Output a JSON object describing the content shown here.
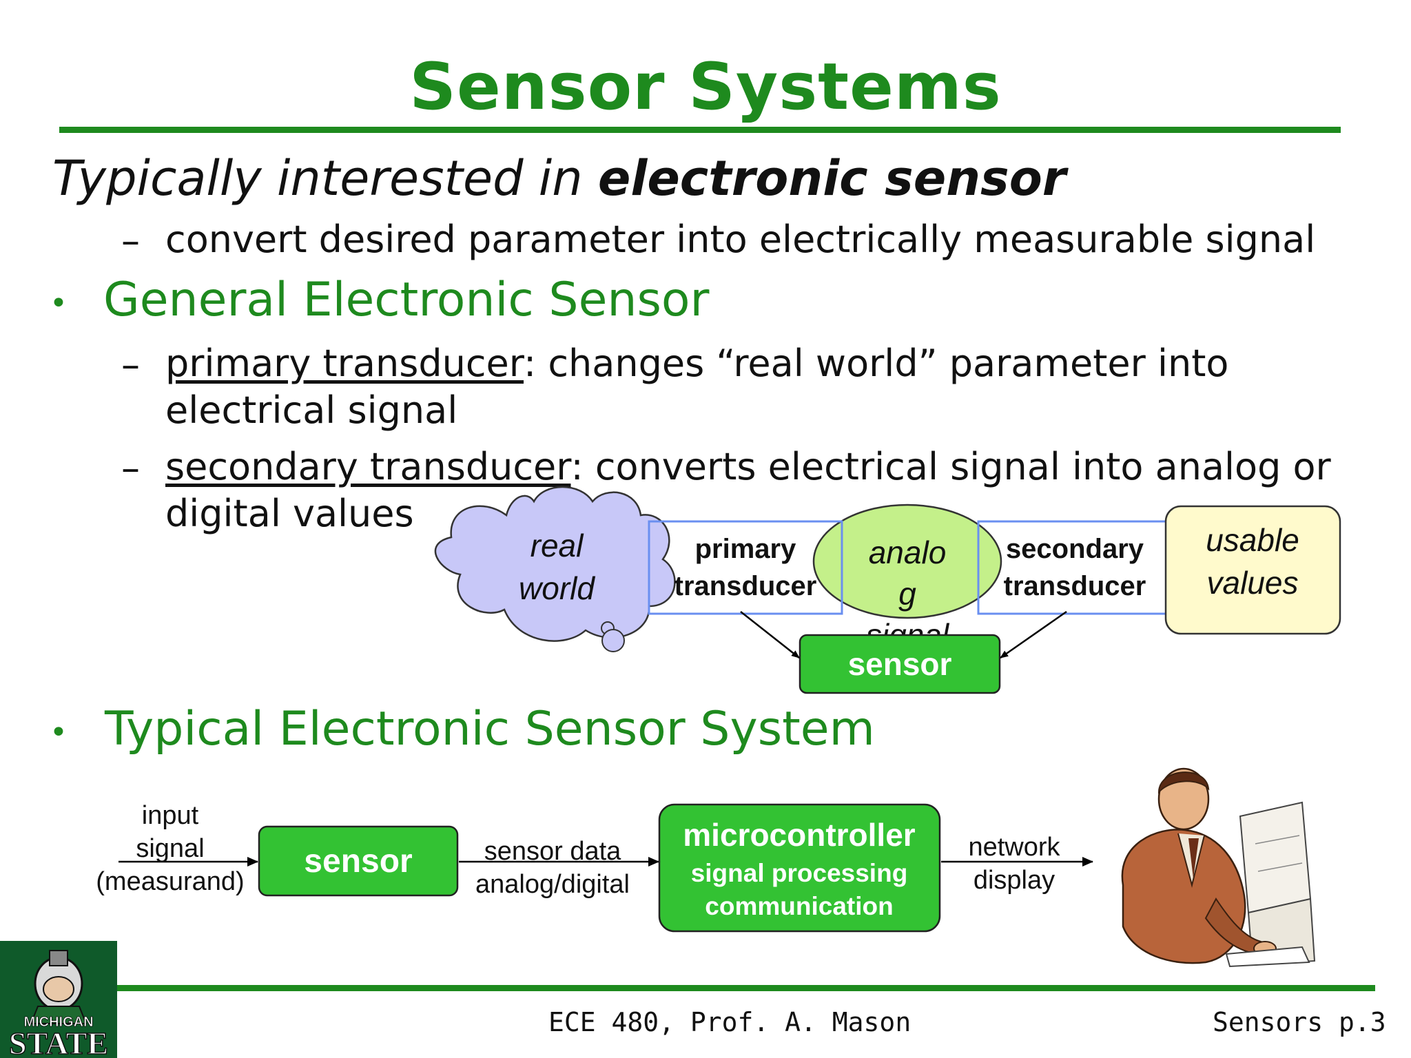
{
  "slide": {
    "title": "Sensor Systems",
    "intro": {
      "prefix": "Typically interested in ",
      "emphasis": "electronic sensor"
    },
    "intro_sub": {
      "dash": "–",
      "text": "convert desired parameter into electrically measurable signal"
    },
    "bullets": [
      {
        "dot": "•",
        "text": "General Electronic Sensor",
        "items": [
          {
            "dash": "–",
            "term": "primary transducer",
            "line1_rest": ": changes “real world” parameter into",
            "line2": "electrical signal"
          },
          {
            "dash": "–",
            "term": "secondary transducer",
            "line1_rest": ": converts electrical signal into analog or",
            "line2": "digital values"
          }
        ]
      },
      {
        "dot": "•",
        "text": "Typical Electronic Sensor System"
      }
    ]
  },
  "diagram1": {
    "cloud_line1": "real",
    "cloud_line2": "world",
    "primary_line1": "primary",
    "primary_line2": "transducer",
    "analog_line1": "analo",
    "analog_line2": "g",
    "analog_line3": "signal",
    "secondary_line1": "secondary",
    "secondary_line2": "transducer",
    "usable_line1": "usable",
    "usable_line2": "values",
    "sensor_label": "sensor",
    "colors": {
      "cloud": "#c8c8f8",
      "box_border": "#6a8ff0",
      "analog": "#c4f08a",
      "usable": "#fffacc",
      "sensor": "#33c233"
    }
  },
  "diagram2": {
    "input_line1": "input",
    "input_line2": "signal",
    "input_line3": "(measurand)",
    "sensor_label": "sensor",
    "data_line1": "sensor data",
    "data_line2": "analog/digital",
    "mc_line1": "microcontroller",
    "mc_line2": "signal processing",
    "mc_line3": "communication",
    "out_line1": "network",
    "out_line2": "display",
    "person_icon": "person-at-computer-icon"
  },
  "footer": {
    "center": "ECE 480, Prof. A. Mason",
    "right": "Sensors p.3",
    "logo_text1": "MICHIGAN",
    "logo_text2": "STATE",
    "accent_color": "#1e8a1e"
  }
}
